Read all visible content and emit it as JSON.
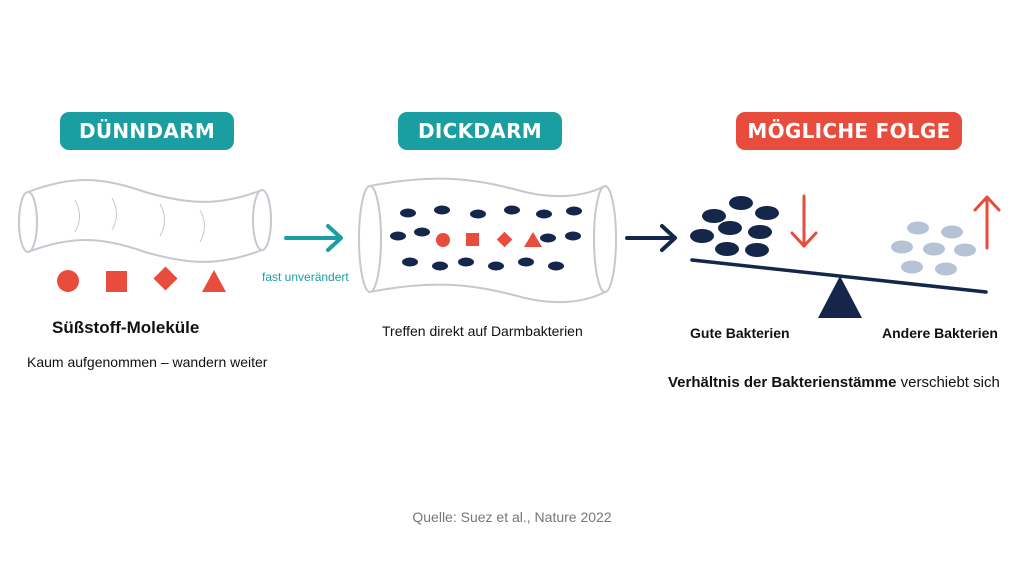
{
  "sections": {
    "small_intestine": {
      "title": "DÜNNDARM",
      "caption": "Süßstoff-Moleküle",
      "subcaption": "Kaum aufgenommen – wandern weiter"
    },
    "large_intestine": {
      "title": "DICKDARM",
      "caption": "Treffen direkt auf Darmbakterien"
    },
    "consequence": {
      "title": "MÖGLICHE FOLGE",
      "good_label": "Gute Bakterien",
      "other_label": "Andere Bakterien",
      "summary_bold": "Verhältnis der Bakterienstämme",
      "summary_rest": " verschiebt sich"
    }
  },
  "arrow_label": "fast unverändert",
  "source": "Quelle: Suez et al., Nature 2022",
  "colors": {
    "teal": "#1a9ea2",
    "red": "#e74c3c",
    "navy": "#14264a",
    "light_blue": "#b6c3d6",
    "tube_outline": "#c4c9cf"
  },
  "icons": [
    "circle-molecule-icon",
    "square-molecule-icon",
    "diamond-molecule-icon",
    "triangle-molecule-icon",
    "arrow-down-icon",
    "arrow-up-icon",
    "seesaw-icon"
  ]
}
